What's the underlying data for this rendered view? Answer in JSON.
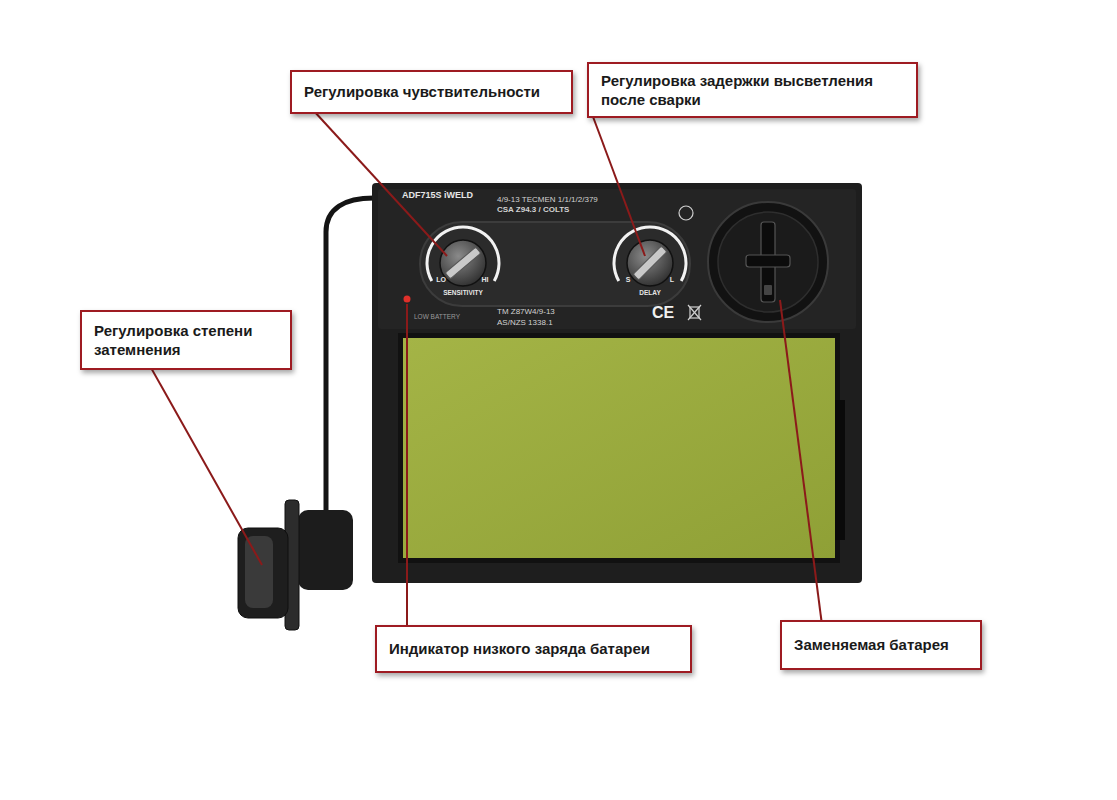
{
  "diagram": {
    "nodes": [
      {
        "text": [
          "Регулировка чувствительности"
        ]
      },
      {
        "text": [
          "Регулировка задержки высветления после сварки"
        ]
      },
      {
        "text": [
          "Регулировка степени затемнения"
        ]
      },
      {
        "text": [
          "Индикатор низкого заряда батареи"
        ]
      },
      {
        "text": [
          "Заменяемая батарея"
        ]
      }
    ],
    "labels": [
      "ADF715S iWELD",
      "4/9-13 TECMEN 1/1/1/2/379",
      "CSA Z94.3 / COLTS",
      "LO",
      "SENSITIVITY",
      "HI",
      "S",
      "DELAY",
      "L",
      "LOW BATTERY",
      "TM Z87W4/9-13",
      "AS/NZS 1338.1",
      "CE"
    ]
  }
}
